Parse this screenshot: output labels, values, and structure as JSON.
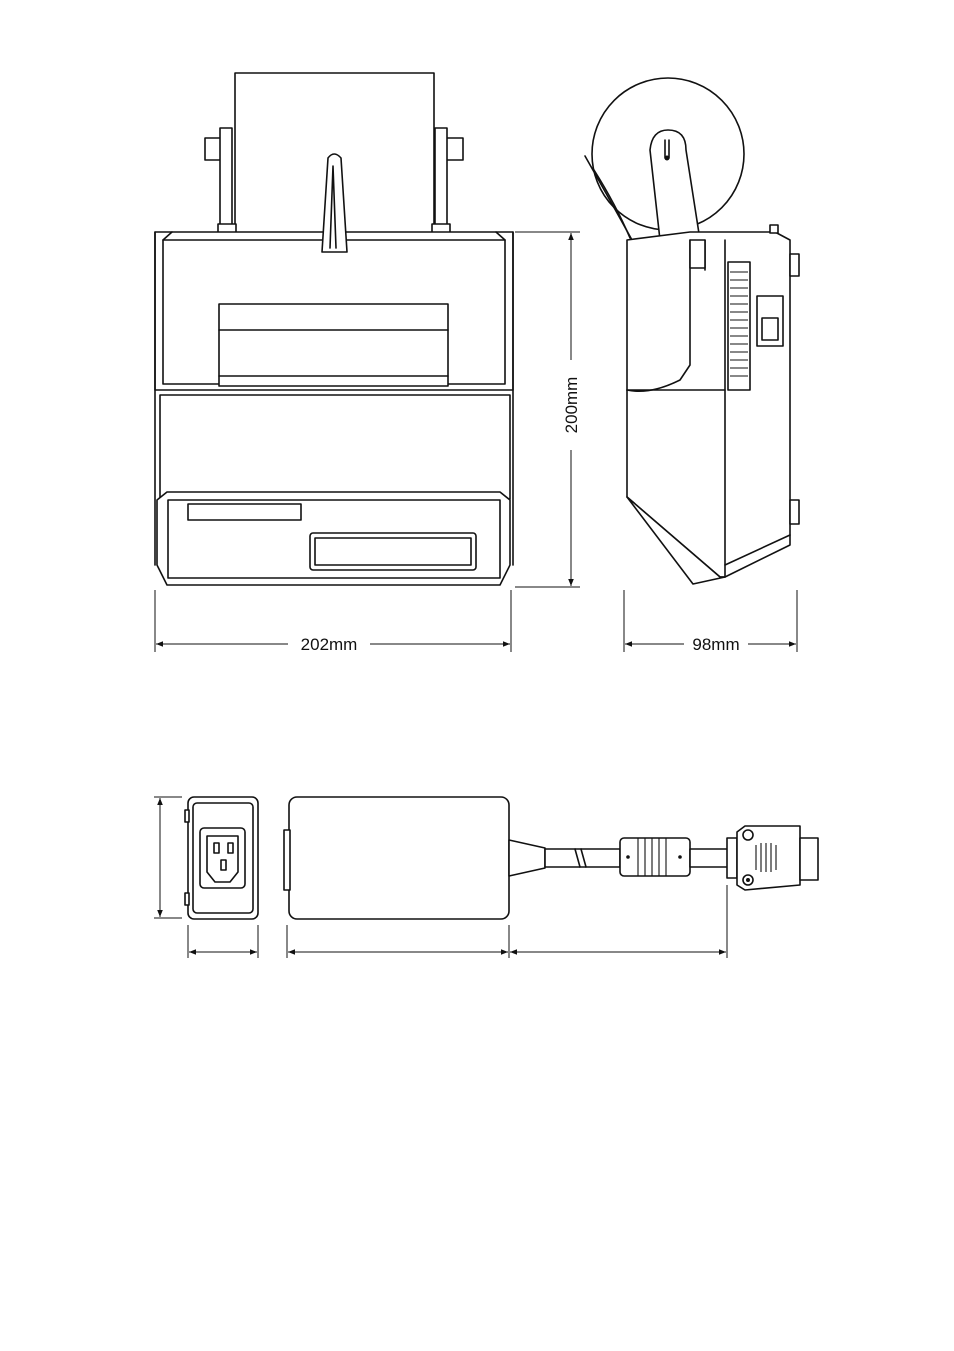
{
  "dimensions": {
    "width_front": "202mm",
    "height": "200mm",
    "depth_side": "98mm"
  },
  "colors": {
    "line": "#111111",
    "background": "#ffffff"
  }
}
